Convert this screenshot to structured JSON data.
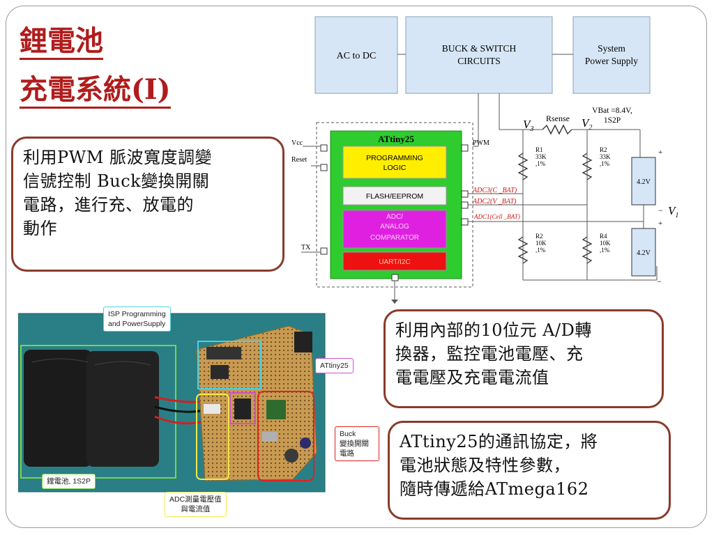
{
  "title": {
    "line1": "鋰電池",
    "line2": "充電系統(I)"
  },
  "box_pwm": {
    "lines": [
      "利用PWM 脈波寬度調變",
      "信號控制  Buck變換開關",
      "電路，進行充、放電的",
      "動作"
    ]
  },
  "box_adc": {
    "lines": [
      "利用內部的10位元 A/D轉",
      "換器，監控電池電壓、充",
      "電電壓及充電電流值"
    ]
  },
  "box_comm": {
    "lines": [
      "ATtiny25的通訊協定，將",
      "電池狀態及特性參數，",
      "隨時傳遞給ATmega162"
    ]
  },
  "diagram": {
    "blocks": {
      "ac_dc": "AC to DC",
      "buck_1": "BUCK & SWITCH",
      "buck_2": "CIRCUITS",
      "sys_1": "System",
      "sys_2": "Power Supply"
    },
    "mcu": {
      "name": "ATtiny25",
      "prog_1": "PROGRAMMING",
      "prog_2": "LOGIC",
      "flash": "FLASH/EEPROM",
      "adc_1": "ADC/",
      "adc_2": "ANALOG",
      "adc_3": "COMPARATOR",
      "uart": "UART/I2C"
    },
    "pins": {
      "vcc": "Vcc",
      "reset": "Reset",
      "tx": "TX",
      "pwm": "PWM"
    },
    "adc_labels": {
      "a3": "ADC3(C _BAT)",
      "a2": "ADC2(V _BAT)",
      "a1": "ADC1(Cell _BAT)"
    },
    "nodes": {
      "v3": "V",
      "v3_sub": "3",
      "v2": "V",
      "v2_sub": "2",
      "v1": "V",
      "v1_sub": "1",
      "rsense": "Rsense",
      "vbat_1": "VBat =8.4V,",
      "vbat_2": "1S2P"
    },
    "resistors": {
      "r1": [
        "R1",
        "33K",
        ",1%"
      ],
      "r2": [
        "R2",
        "33K",
        ",1%"
      ],
      "r3": [
        "R2",
        "10K",
        ",1%"
      ],
      "r4": [
        "R4",
        "10K",
        ",1%"
      ]
    },
    "cells": {
      "top": "4.2V",
      "bottom": "4.2V",
      "plus": "+",
      "minus": "−"
    }
  },
  "photo": {
    "isp_label_1": "ISP Programming",
    "isp_label_2": "and PowerSupply",
    "attiny_label": "ATtiny25",
    "buck_label_1": "Buck",
    "buck_label_2": "變換開關",
    "buck_label_3": "電路",
    "battery_label": "鋰電池, 1S2P",
    "adc_label_1": "ADC測量電壓值",
    "adc_label_2": "與電流值"
  },
  "colors": {
    "title": "#b01c1c",
    "box_border": "#8a3a2a",
    "mcu_green": "#2ecc2e",
    "prog_yellow": "#ffee00",
    "adc_magenta": "#e020e0",
    "uart_red": "#ee1111",
    "block_blue": "#d6e6f6",
    "adc_text_red": "#d01010"
  }
}
